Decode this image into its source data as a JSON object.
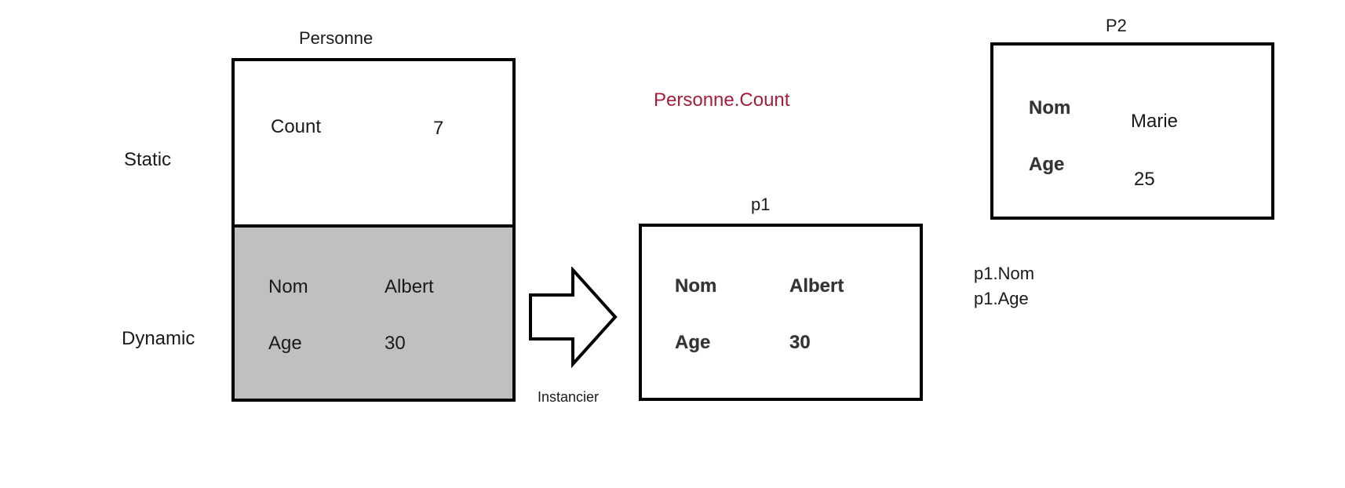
{
  "class_box": {
    "title": "Personne",
    "static_label": "Static",
    "dynamic_label": "Dynamic",
    "static_field": {
      "name": "Count",
      "value": "7"
    },
    "dynamic_fields": [
      {
        "name": "Nom",
        "value": "Albert"
      },
      {
        "name": "Age",
        "value": "30"
      }
    ],
    "colors": {
      "dynamic_fill": "#c0c0c0",
      "border": "#000000"
    }
  },
  "arrow": {
    "label": "Instancier"
  },
  "static_ref": {
    "text": "Personne.Count",
    "color": "#a3203b"
  },
  "instance_p1": {
    "title": "p1",
    "fields": [
      {
        "name": "Nom",
        "value": "Albert"
      },
      {
        "name": "Age",
        "value": "30"
      }
    ]
  },
  "instance_p2": {
    "title": "P2",
    "fields": [
      {
        "name": "Nom",
        "value": "Marie"
      },
      {
        "name": "Age",
        "value": "25"
      }
    ]
  },
  "member_refs": [
    "p1.Nom",
    "p1.Age"
  ]
}
